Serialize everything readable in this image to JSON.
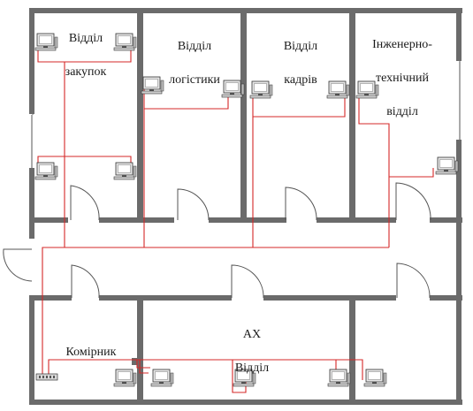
{
  "rooms": {
    "purchasing": {
      "line1": "Відділ",
      "line2": "закупок"
    },
    "logistics": {
      "line1": "Відділ",
      "line2": "логістики"
    },
    "hr": {
      "line1": "Відділ",
      "line2": "кадрів"
    },
    "engineering": {
      "line1": "Інженерно-",
      "line2": "технічний",
      "line3": "відділ"
    },
    "storekeeper": {
      "line1": "Комірник"
    },
    "admin": {
      "line1": "АХ",
      "line2": "Відділ"
    }
  },
  "colors": {
    "wall": "#6b6b6b",
    "cable": "#d62828",
    "computer_body": "#e6e6e6",
    "computer_outline": "#333333"
  }
}
